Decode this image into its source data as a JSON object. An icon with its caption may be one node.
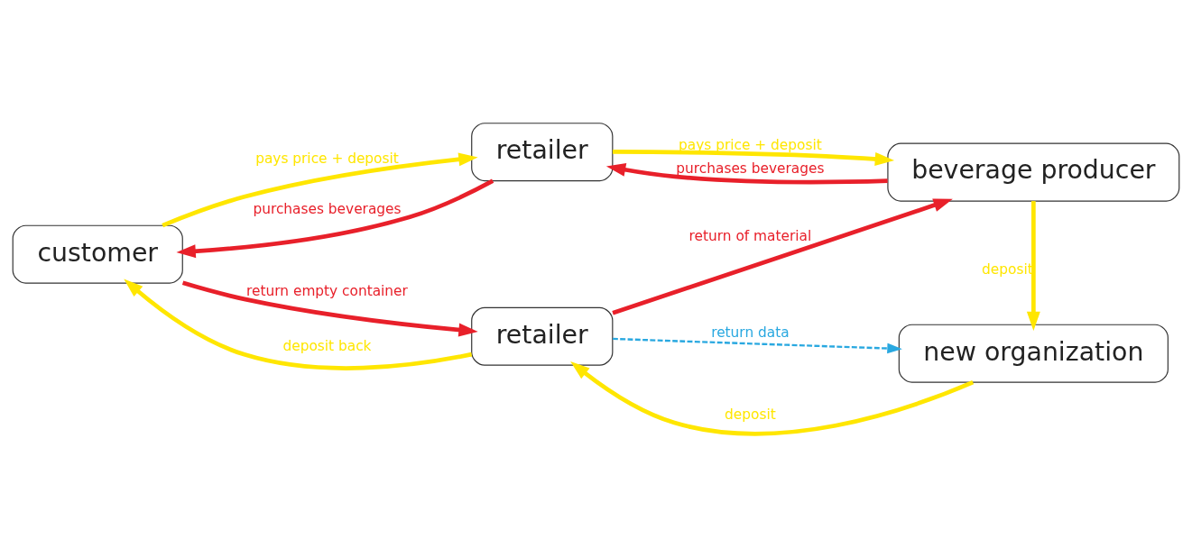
{
  "diagram": {
    "nodes": [
      {
        "text": [
          "customer"
        ]
      },
      {
        "text": [
          "retailer"
        ]
      },
      {
        "text": [
          "beverage producer"
        ]
      },
      {
        "text": [
          "new organization"
        ]
      },
      {
        "text": [
          "retailer"
        ]
      }
    ],
    "edges": [
      {
        "from": 1,
        "to": 0,
        "arrow": "to",
        "label": "purchases beverages",
        "color": "#e8202a"
      },
      {
        "from": 0,
        "to": 1,
        "arrow": "to",
        "label": "pays price + deposit",
        "color": "#ffe600"
      },
      {
        "from": 2,
        "to": 1,
        "arrow": "to",
        "label": "purchases beverages",
        "color": "#e8202a"
      },
      {
        "from": 1,
        "to": 2,
        "arrow": "to",
        "label": "pays price + deposit",
        "color": "#ffe600"
      },
      {
        "from": 2,
        "to": 3,
        "arrow": "to",
        "label": "deposit",
        "color": "#ffe600"
      },
      {
        "from": 0,
        "to": 4,
        "arrow": "to",
        "label": "return empty container",
        "color": "#e8202a"
      },
      {
        "from": 4,
        "to": 0,
        "arrow": "to",
        "label": "deposit back",
        "color": "#ffe600"
      },
      {
        "from": 3,
        "to": 4,
        "arrow": "to",
        "label": "deposit",
        "color": "#ffe600"
      },
      {
        "from": 4,
        "to": 3,
        "arrow": "to",
        "label": "return data",
        "color": "#29a8e0",
        "style": "dashed"
      },
      {
        "from": 4,
        "to": 2,
        "arrow": "to",
        "label": "return of material",
        "color": "#e8202a"
      }
    ]
  }
}
